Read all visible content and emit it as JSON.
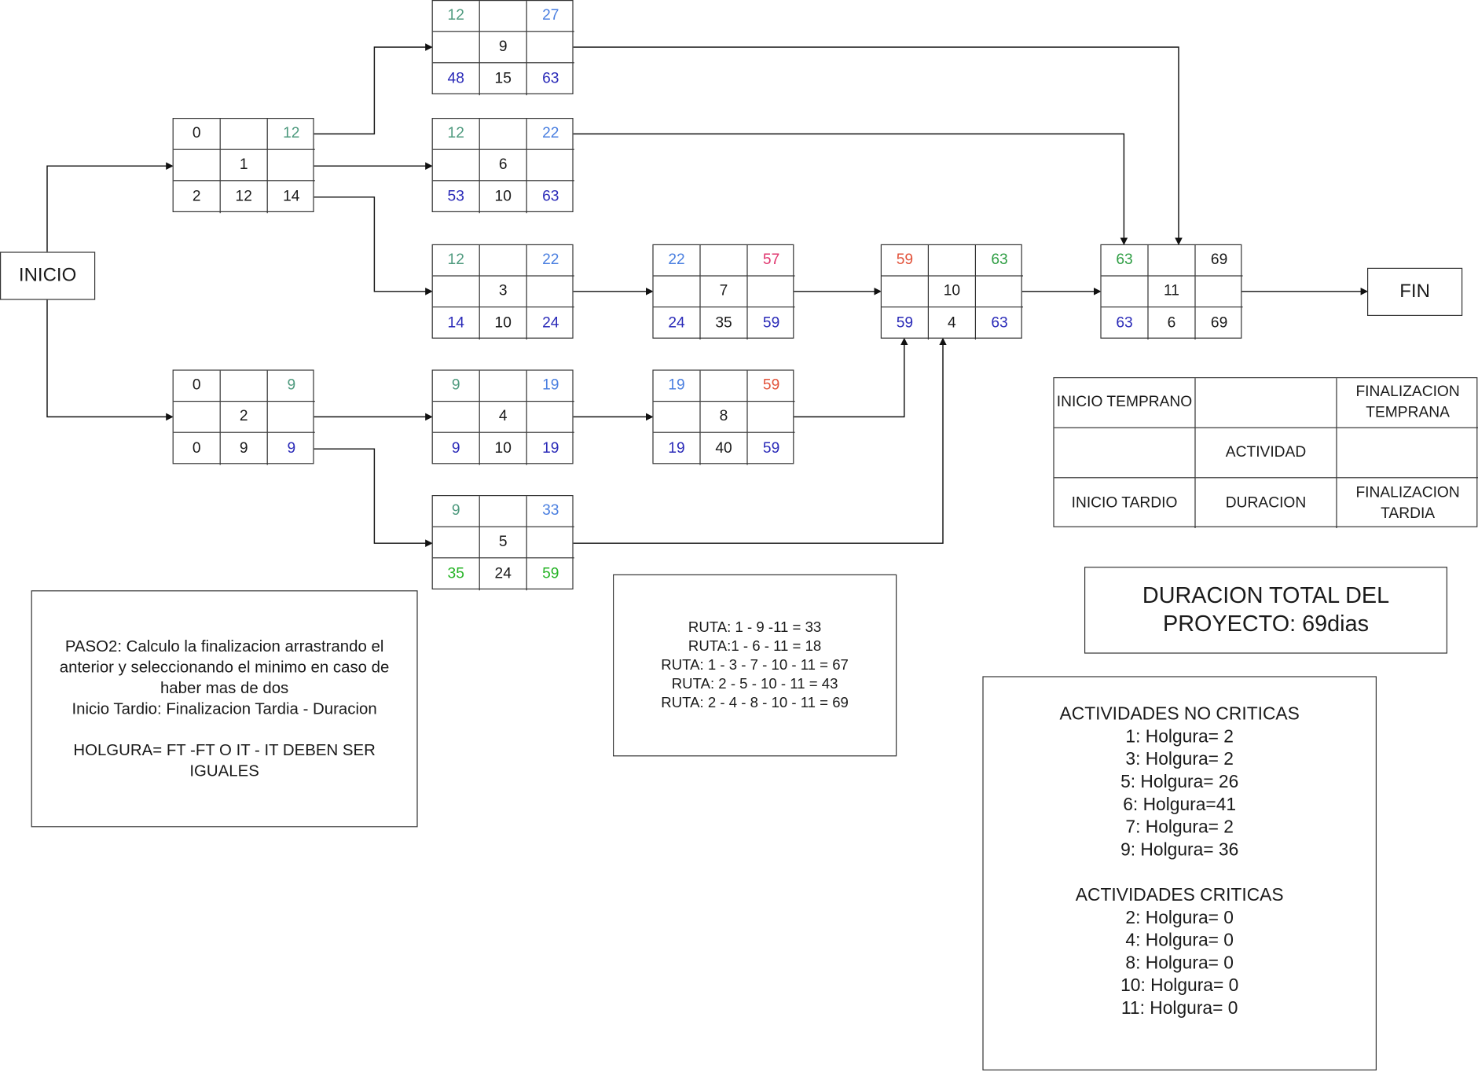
{
  "terminals": {
    "start": "INICIO",
    "end": "FIN"
  },
  "colors": {
    "default": "#1a1a1a",
    "teal": "#4e9a7e",
    "lightblue": "#4a7fe0",
    "navy": "#2a2ab8",
    "red": "#e2533b",
    "pink": "#e0356e",
    "green": "#2f9e44",
    "brightgreen": "#27b427"
  },
  "nodes": {
    "n1": {
      "id": "1",
      "es": "0",
      "es_color": "default",
      "ef": "12",
      "ef_color": "teal",
      "ls": "2",
      "ls_color": "default",
      "dur": "12",
      "lf": "14",
      "lf_color": "default"
    },
    "n9": {
      "id": "9",
      "es": "12",
      "es_color": "teal",
      "ef": "27",
      "ef_color": "lightblue",
      "ls": "48",
      "ls_color": "navy",
      "dur": "15",
      "lf": "63",
      "lf_color": "navy"
    },
    "n6": {
      "id": "6",
      "es": "12",
      "es_color": "teal",
      "ef": "22",
      "ef_color": "lightblue",
      "ls": "53",
      "ls_color": "navy",
      "dur": "10",
      "lf": "63",
      "lf_color": "navy"
    },
    "n3": {
      "id": "3",
      "es": "12",
      "es_color": "teal",
      "ef": "22",
      "ef_color": "lightblue",
      "ls": "14",
      "ls_color": "navy",
      "dur": "10",
      "lf": "24",
      "lf_color": "navy"
    },
    "n7": {
      "id": "7",
      "es": "22",
      "es_color": "lightblue",
      "ef": "57",
      "ef_color": "pink",
      "ls": "24",
      "ls_color": "navy",
      "dur": "35",
      "lf": "59",
      "lf_color": "navy"
    },
    "n10": {
      "id": "10",
      "es": "59",
      "es_color": "red",
      "ef": "63",
      "ef_color": "green",
      "ls": "59",
      "ls_color": "navy",
      "dur": "4",
      "lf": "63",
      "lf_color": "navy"
    },
    "n11": {
      "id": "11",
      "es": "63",
      "es_color": "green",
      "ef": "69",
      "ef_color": "default",
      "ls": "63",
      "ls_color": "navy",
      "dur": "6",
      "lf": "69",
      "lf_color": "default"
    },
    "n2": {
      "id": "2",
      "es": "0",
      "es_color": "default",
      "ef": "9",
      "ef_color": "teal",
      "ls": "0",
      "ls_color": "default",
      "dur": "9",
      "lf": "9",
      "lf_color": "navy"
    },
    "n4": {
      "id": "4",
      "es": "9",
      "es_color": "teal",
      "ef": "19",
      "ef_color": "lightblue",
      "ls": "9",
      "ls_color": "navy",
      "dur": "10",
      "lf": "19",
      "lf_color": "navy"
    },
    "n8": {
      "id": "8",
      "es": "19",
      "es_color": "lightblue",
      "ef": "59",
      "ef_color": "red",
      "ls": "19",
      "ls_color": "navy",
      "dur": "40",
      "lf": "59",
      "lf_color": "navy"
    },
    "n5": {
      "id": "5",
      "es": "9",
      "es_color": "teal",
      "ef": "33",
      "ef_color": "lightblue",
      "ls": "35",
      "ls_color": "brightgreen",
      "dur": "24",
      "lf": "59",
      "lf_color": "brightgreen"
    }
  },
  "legend": {
    "es": "INICIO TEMPRANO",
    "ef": "FINALIZACION TEMPRANA",
    "activity": "ACTIVIDAD",
    "ls": "INICIO TARDIO",
    "duration": "DURACION",
    "lf": "FINALIZACION TARDIA"
  },
  "note": {
    "line1": "PASO2: Calculo la finalizacion arrastrando el anterior y seleccionando el minimo en caso de haber mas de dos",
    "line2": "Inicio Tardio: Finalizacion Tardia - Duracion",
    "line3": "HOLGURA= FT -FT O IT - IT DEBEN SER IGUALES"
  },
  "routes": [
    "RUTA: 1 - 9 -11 = 33",
    "RUTA:1 - 6 - 11 = 18",
    "RUTA: 1 - 3 - 7 - 10 - 11 = 67",
    "RUTA: 2 - 5 - 10 - 11 = 43",
    "RUTA: 2 - 4 - 8 - 10 - 11 = 69"
  ],
  "total": {
    "line1": "DURACION TOTAL DEL",
    "line2": "PROYECTO: 69dias"
  },
  "summary": {
    "noncritical_title": "ACTIVIDADES NO CRITICAS",
    "noncritical": [
      "1: Holgura= 2",
      "3: Holgura= 2",
      "5: Holgura= 26",
      "6: Holgura=41",
      "7: Holgura= 2",
      "9: Holgura= 36"
    ],
    "critical_title": "ACTIVIDADES CRITICAS",
    "critical": [
      "2: Holgura= 0",
      "4: Holgura= 0",
      "8: Holgura= 0",
      "10: Holgura= 0",
      "11: Holgura= 0"
    ]
  }
}
